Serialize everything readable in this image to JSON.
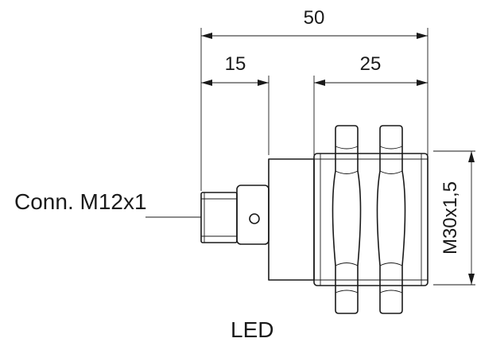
{
  "dimensions": {
    "overall_length": "50",
    "connector_length": "15",
    "thread_length": "25",
    "thread_spec": "M30x1,5"
  },
  "labels": {
    "connector": "Conn. M12x1",
    "led": "LED"
  }
}
